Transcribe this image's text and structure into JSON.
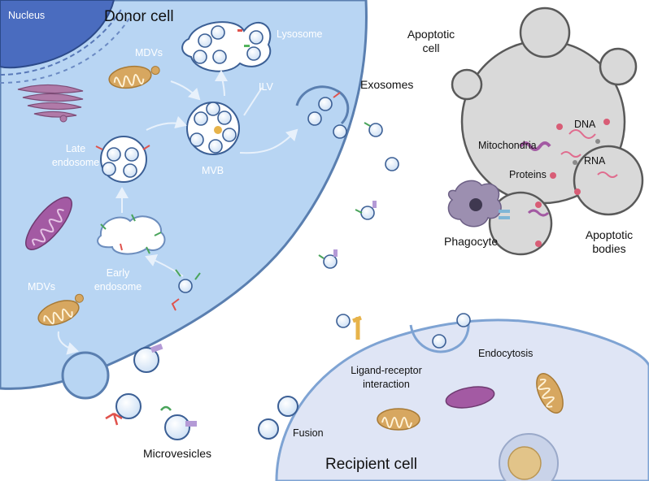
{
  "labels": {
    "nucleus": "Nucleus",
    "donor_cell": "Donor cell",
    "lysosome": "Lysosome",
    "mdvs_top": "MDVs",
    "ilv": "ILV",
    "mvb": "MVB",
    "late_endosome_1": "Late",
    "late_endosome_2": "endosome",
    "early_endosome_1": "Early",
    "early_endosome_2": "endosome",
    "mdvs_bottom": "MDVs",
    "exosomes": "Exosomes",
    "microvesicles": "Microvesicles",
    "apoptotic_cell_1": "Apoptotic",
    "apoptotic_cell_2": "cell",
    "dna": "DNA",
    "mitochondria": "Mitochondria",
    "rna": "RNA",
    "proteins": "Proteins",
    "phagocyte": "Phagocyte",
    "apoptotic_bodies_1": "Apoptotic",
    "apoptotic_bodies_2": "bodies",
    "ligand_receptor_1": "Ligand-receptor",
    "ligand_receptor_2": "interaction",
    "endocytosis": "Endocytosis",
    "fusion": "Fusion",
    "recipient_cell": "Recipient cell"
  },
  "colors": {
    "donor_fill": "#b8d5f3",
    "donor_border": "#5a7fb0",
    "nucleus_fill": "#4a6cbf",
    "recipient_fill": "#dfe5f5",
    "recipient_border": "#7ea3d3",
    "apoptotic_fill": "#d9d9d9",
    "apoptotic_border": "#595959",
    "mitochondria": "#d7a760",
    "golgi": "#b07aa8",
    "phagocyte": "#9c8fb0"
  }
}
